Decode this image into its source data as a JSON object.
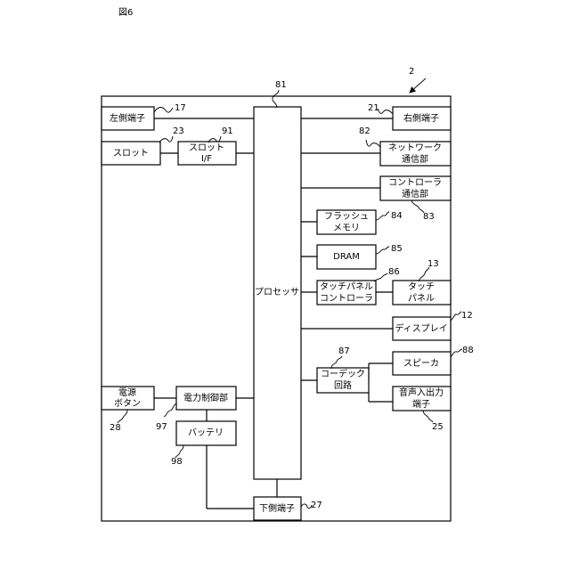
{
  "figure_label": "図6",
  "device_ref": "2",
  "blocks": {
    "left_terminal": "左側端子",
    "slot": "スロット",
    "slot_if_l1": "スロット",
    "slot_if_l2": "I/F",
    "power_button_l1": "電源",
    "power_button_l2": "ボタン",
    "power_control": "電力制御部",
    "battery": "バッテリ",
    "processor": "プロセッサ",
    "lower_terminal": "下側端子",
    "right_terminal": "右側端子",
    "network_l1": "ネットワーク",
    "network_l2": "通信部",
    "controller_comm_l1": "コントローラ",
    "controller_comm_l2": "通信部",
    "flash_l1": "フラッシュ",
    "flash_l2": "メモリ",
    "dram": "DRAM",
    "touch_ctrl_l1": "タッチパネル",
    "touch_ctrl_l2": "コントローラ",
    "touch_panel_l1": "タッチ",
    "touch_panel_l2": "パネル",
    "display": "ディスプレイ",
    "codec_l1": "コーデック",
    "codec_l2": "回路",
    "speaker": "スピーカ",
    "audio_io_l1": "音声入出力",
    "audio_io_l2": "端子"
  },
  "refs": {
    "left_terminal": "17",
    "slot": "23",
    "slot_if": "91",
    "processor": "81",
    "right_terminal": "21",
    "network": "82",
    "controller_comm": "83",
    "flash": "84",
    "dram": "85",
    "touch_ctrl": "86",
    "touch_panel": "13",
    "display": "12",
    "codec": "87",
    "speaker": "88",
    "audio_io": "25",
    "power_button": "28",
    "power_control": "97",
    "battery": "98",
    "lower_terminal": "27"
  }
}
